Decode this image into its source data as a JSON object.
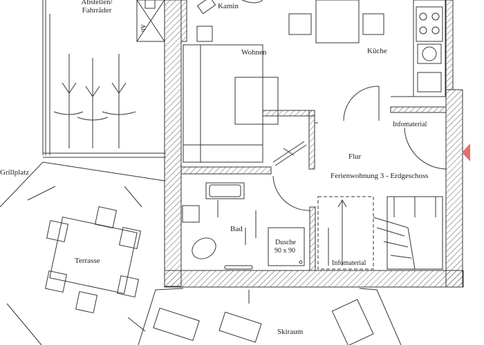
{
  "plan": {
    "title": "Ferienwohnung 3 - Erdgeschoss",
    "rooms": {
      "abstellen": "Abstellen/",
      "fahrraeder": "Fahrräder",
      "kamin": "Kamin",
      "wohnen": "Wohnen",
      "kueche": "Küche",
      "flur": "Flur",
      "bad": "Bad",
      "dusche": "Dusche",
      "dusche_size": "90 x 90",
      "terrasse": "Terrasse",
      "grillplatz": "Grillplatz",
      "skiraum": "Skiraum",
      "infomaterial_top": "Infomaterial",
      "infomaterial_bottom": "Infomaterial"
    },
    "vertical_label": "Ab",
    "colors": {
      "line": "#333333",
      "marker": "#e07070",
      "hatch": "#555555"
    }
  }
}
